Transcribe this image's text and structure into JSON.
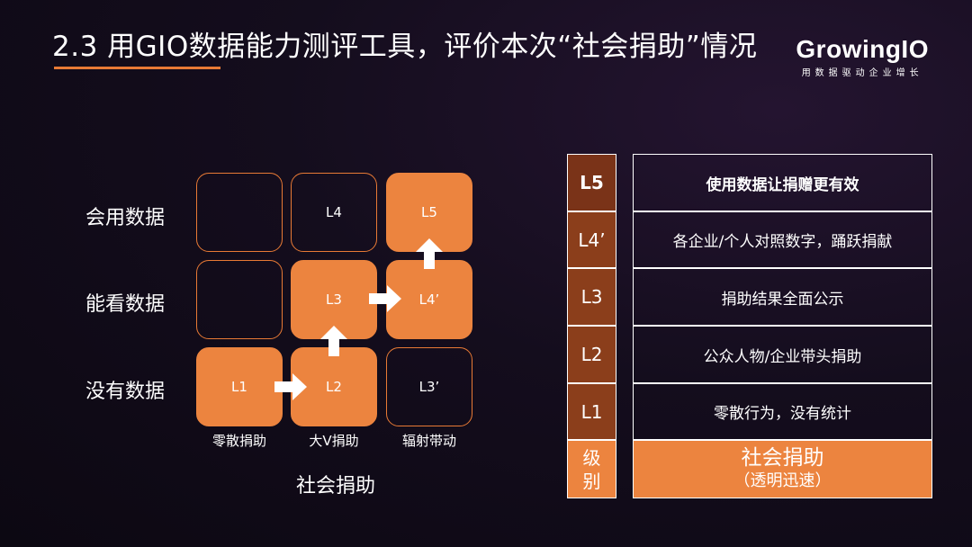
{
  "header": {
    "title": "2.3 用GIO数据能力测评工具，评价本次“社会捐助”情况",
    "logo": "GrowingIO",
    "logo_tagline": "用数据驱动企业增长"
  },
  "matrix": {
    "row_labels": [
      "会用数据",
      "能看数据",
      "没有数据"
    ],
    "cells": {
      "r0c1": "L4",
      "r0c2": "L5",
      "r1c1": "L3",
      "r1c2": "L4’",
      "r2c0": "L1",
      "r2c1": "L2",
      "r2c2": "L3’"
    },
    "col_labels": [
      "零散捐助",
      "大V捐助",
      "辐射带动"
    ],
    "axis_label": "社会捐助"
  },
  "levels_table": {
    "rows": [
      {
        "level": "L5",
        "description": "使用数据让捐赠更有效"
      },
      {
        "level": "L4’",
        "description": "各企业/个人对照数字，踊跃捐献"
      },
      {
        "level": "L3",
        "description": "捐助结果全面公示"
      },
      {
        "level": "L2",
        "description": "公众人物/企业带头捐助"
      },
      {
        "level": "L1",
        "description": "零散行为，没有统计"
      }
    ],
    "header_level_line1": "级",
    "header_level_line2": "别",
    "header_title": "社会捐助",
    "header_subtitle": "（透明迅速）"
  },
  "colors": {
    "accent": "#ec843f",
    "dark_orange": "#8b3e1b",
    "background": "#140d1d"
  }
}
